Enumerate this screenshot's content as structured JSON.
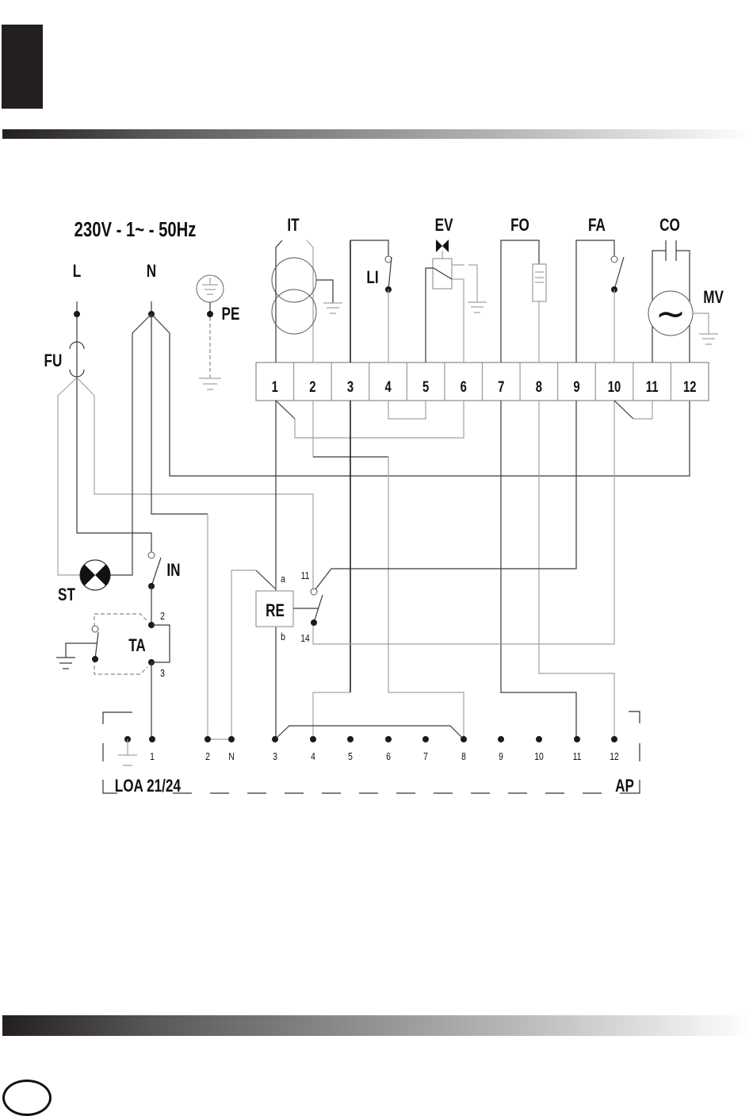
{
  "page": {
    "accent_color": "#231f20"
  },
  "diagram": {
    "supply_label": "230V - 1~ - 50Hz",
    "line_label": "L",
    "neutral_label": "N",
    "earth_label": "PE",
    "fuse_label": "FU",
    "lamp_label": "ST",
    "main_switch_label": "IN",
    "thermostat": {
      "label": "TA",
      "terminals": [
        "2",
        "3"
      ]
    },
    "relay": {
      "label": "RE",
      "coil_terminals": [
        "a",
        "b"
      ],
      "contact_terminals": [
        "11",
        "14"
      ]
    },
    "components": {
      "transformer": "IT",
      "limit_switch": "LI",
      "solenoid_valve": "EV",
      "heater": "FO",
      "flame_switch": "FA",
      "capacitor": "CO",
      "motor": "MV",
      "motor_symbol": "~"
    },
    "terminal_block": {
      "terminals": [
        "1",
        "2",
        "3",
        "4",
        "5",
        "6",
        "7",
        "8",
        "9",
        "10",
        "11",
        "12"
      ]
    },
    "control_box": {
      "label": "LOA 21/24",
      "end_label": "AP",
      "terminals": [
        "1",
        "2",
        "N",
        "3",
        "4",
        "5",
        "6",
        "7",
        "8",
        "9",
        "10",
        "11",
        "12"
      ]
    }
  }
}
